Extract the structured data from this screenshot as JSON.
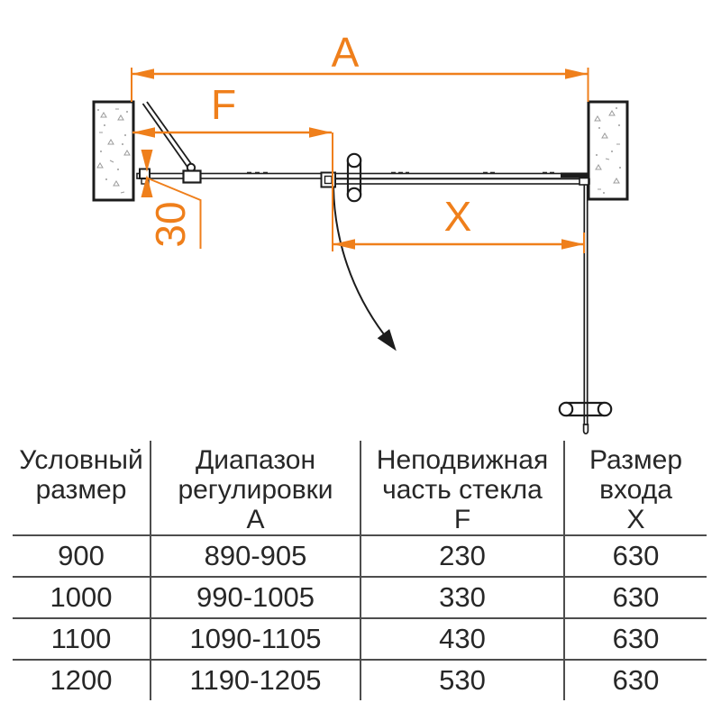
{
  "diagram": {
    "accent_color": "#EF7F1B",
    "line_color": "#1c1c1c",
    "labels": {
      "total_width": "A",
      "fixed_glass": "F",
      "entry_width": "X",
      "profile_adjustment": "30"
    }
  },
  "table": {
    "columns": [
      {
        "line1": "Условный",
        "line2": "размер",
        "symbol": ""
      },
      {
        "line1": "Диапазон",
        "line2": "регулировки",
        "symbol": "А"
      },
      {
        "line1": "Неподвижная",
        "line2": "часть стекла",
        "symbol": "F"
      },
      {
        "line1": "Размер",
        "line2": "входа",
        "symbol": "X"
      }
    ],
    "rows": [
      [
        "900",
        "890-905",
        "230",
        "630"
      ],
      [
        "1000",
        "990-1005",
        "330",
        "630"
      ],
      [
        "1100",
        "1090-1105",
        "430",
        "630"
      ],
      [
        "1200",
        "1190-1205",
        "530",
        "630"
      ]
    ]
  }
}
